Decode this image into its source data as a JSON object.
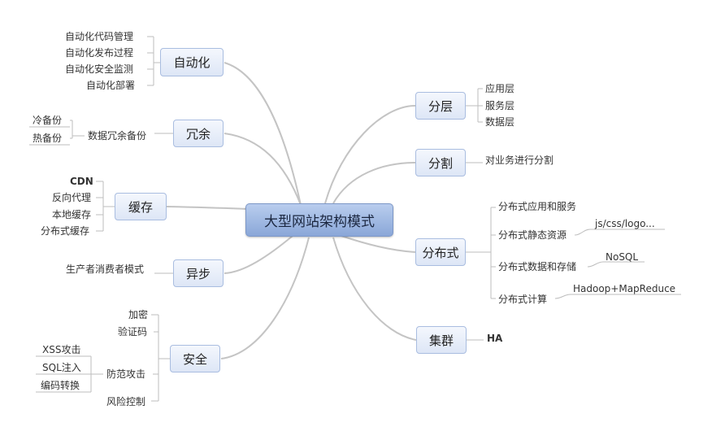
{
  "root": "大型网站架构模式",
  "automation": {
    "label": "自动化",
    "items": [
      "自动化代码管理",
      "自动化发布过程",
      "自动化安全监测",
      "自动化部署"
    ]
  },
  "redundancy": {
    "label": "冗余",
    "item": "数据冗余备份",
    "sub": [
      "冷备份",
      "热备份"
    ]
  },
  "cache": {
    "label": "缓存",
    "items": [
      "CDN",
      "反向代理",
      "本地缓存",
      "分布式缓存"
    ]
  },
  "async": {
    "label": "异步",
    "item": "生产者消费者模式"
  },
  "security": {
    "label": "安全",
    "items": [
      "加密",
      "验证码",
      "防范攻击",
      "风险控制"
    ],
    "attack_sub": [
      "XSS攻击",
      "SQL注入",
      "编码转换"
    ]
  },
  "layering": {
    "label": "分层",
    "items": [
      "应用层",
      "服务层",
      "数据层"
    ]
  },
  "split": {
    "label": "分割",
    "item": "对业务进行分割"
  },
  "distributed": {
    "label": "分布式",
    "items": [
      "分布式应用和服务",
      "分布式静态资源",
      "分布式数据和存储",
      "分布式计算"
    ],
    "static_sub": "js/css/logo...",
    "storage_sub": "NoSQL",
    "compute_sub": "Hadoop+MapReduce"
  },
  "cluster": {
    "label": "集群",
    "item": "HA"
  },
  "colors": {
    "edge": "#c2c2c2",
    "root_fill": "#9ab3e0",
    "node_fill": "#e9eff9",
    "node_border": "#a9bde0"
  }
}
